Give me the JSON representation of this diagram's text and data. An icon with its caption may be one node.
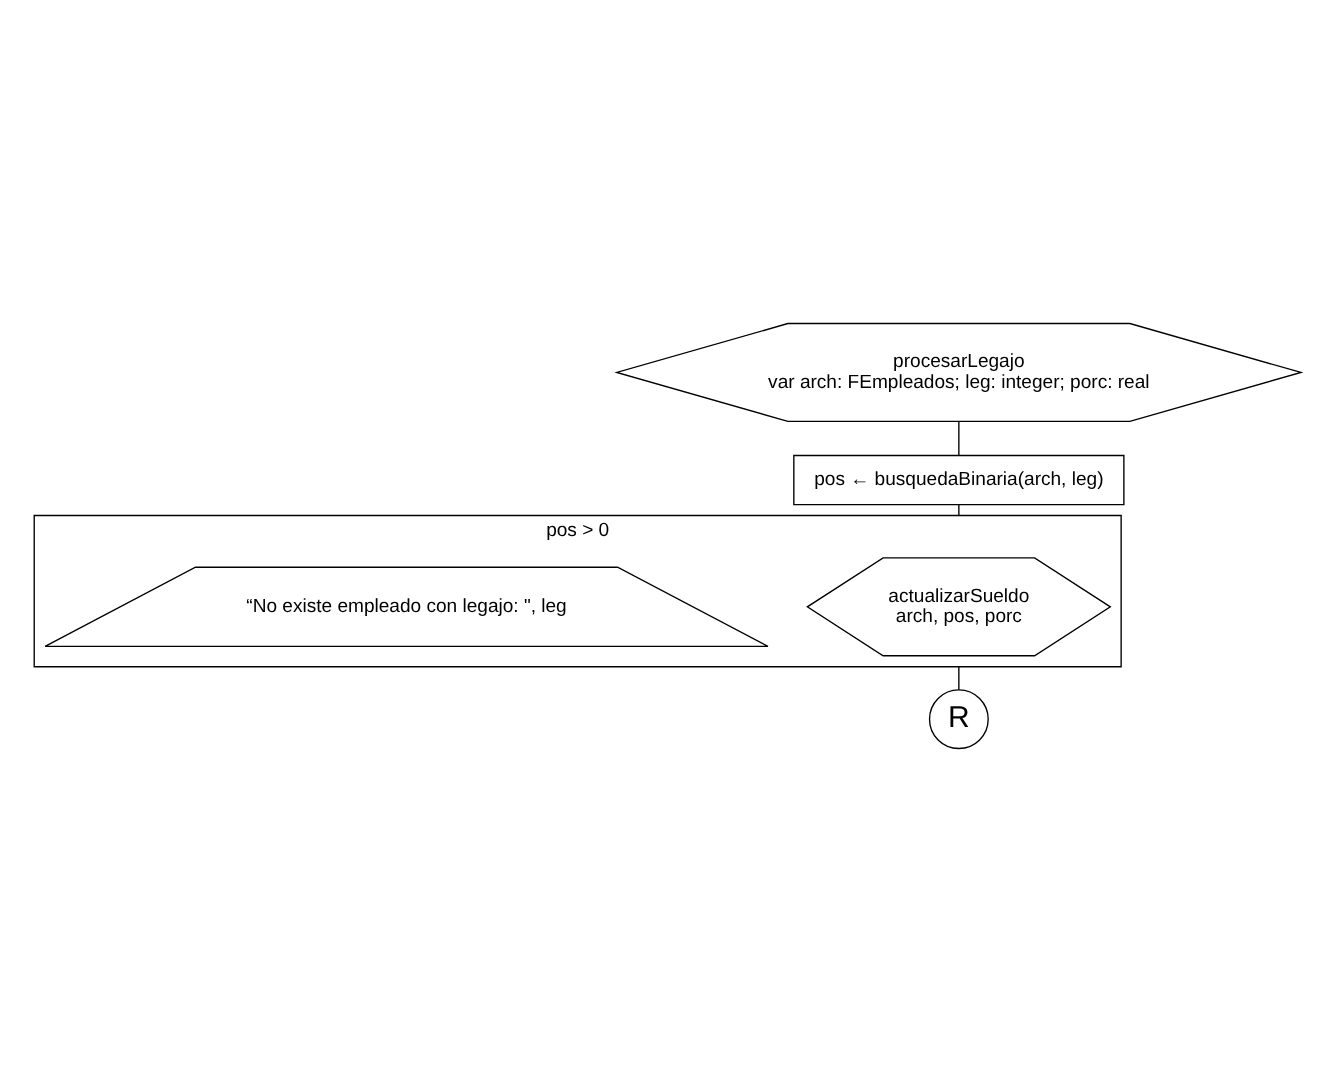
{
  "diagram": {
    "nodes": [
      {
        "text": [
          "procesarLegajo",
          "var arch: FEmpleados; leg: integer; porc: real"
        ]
      },
      {
        "text": [
          "pos ← busquedaBinaria(arch, leg)"
        ]
      },
      {
        "text": [
          "pos > 0"
        ]
      },
      {
        "text": [
          "actualizarSueldo",
          "arch, pos, porc"
        ],
        "in": 2
      },
      {
        "text": [
          "“No existe empleado con legajo: \", leg"
        ],
        "in": 2
      },
      {
        "text": [
          "R"
        ]
      }
    ],
    "edges": [
      {
        "from": 0,
        "to": 1,
        "arrow": "none"
      },
      {
        "from": 1,
        "to": 2,
        "arrow": "none"
      },
      {
        "from": 2,
        "to": 5,
        "arrow": "none"
      }
    ]
  }
}
